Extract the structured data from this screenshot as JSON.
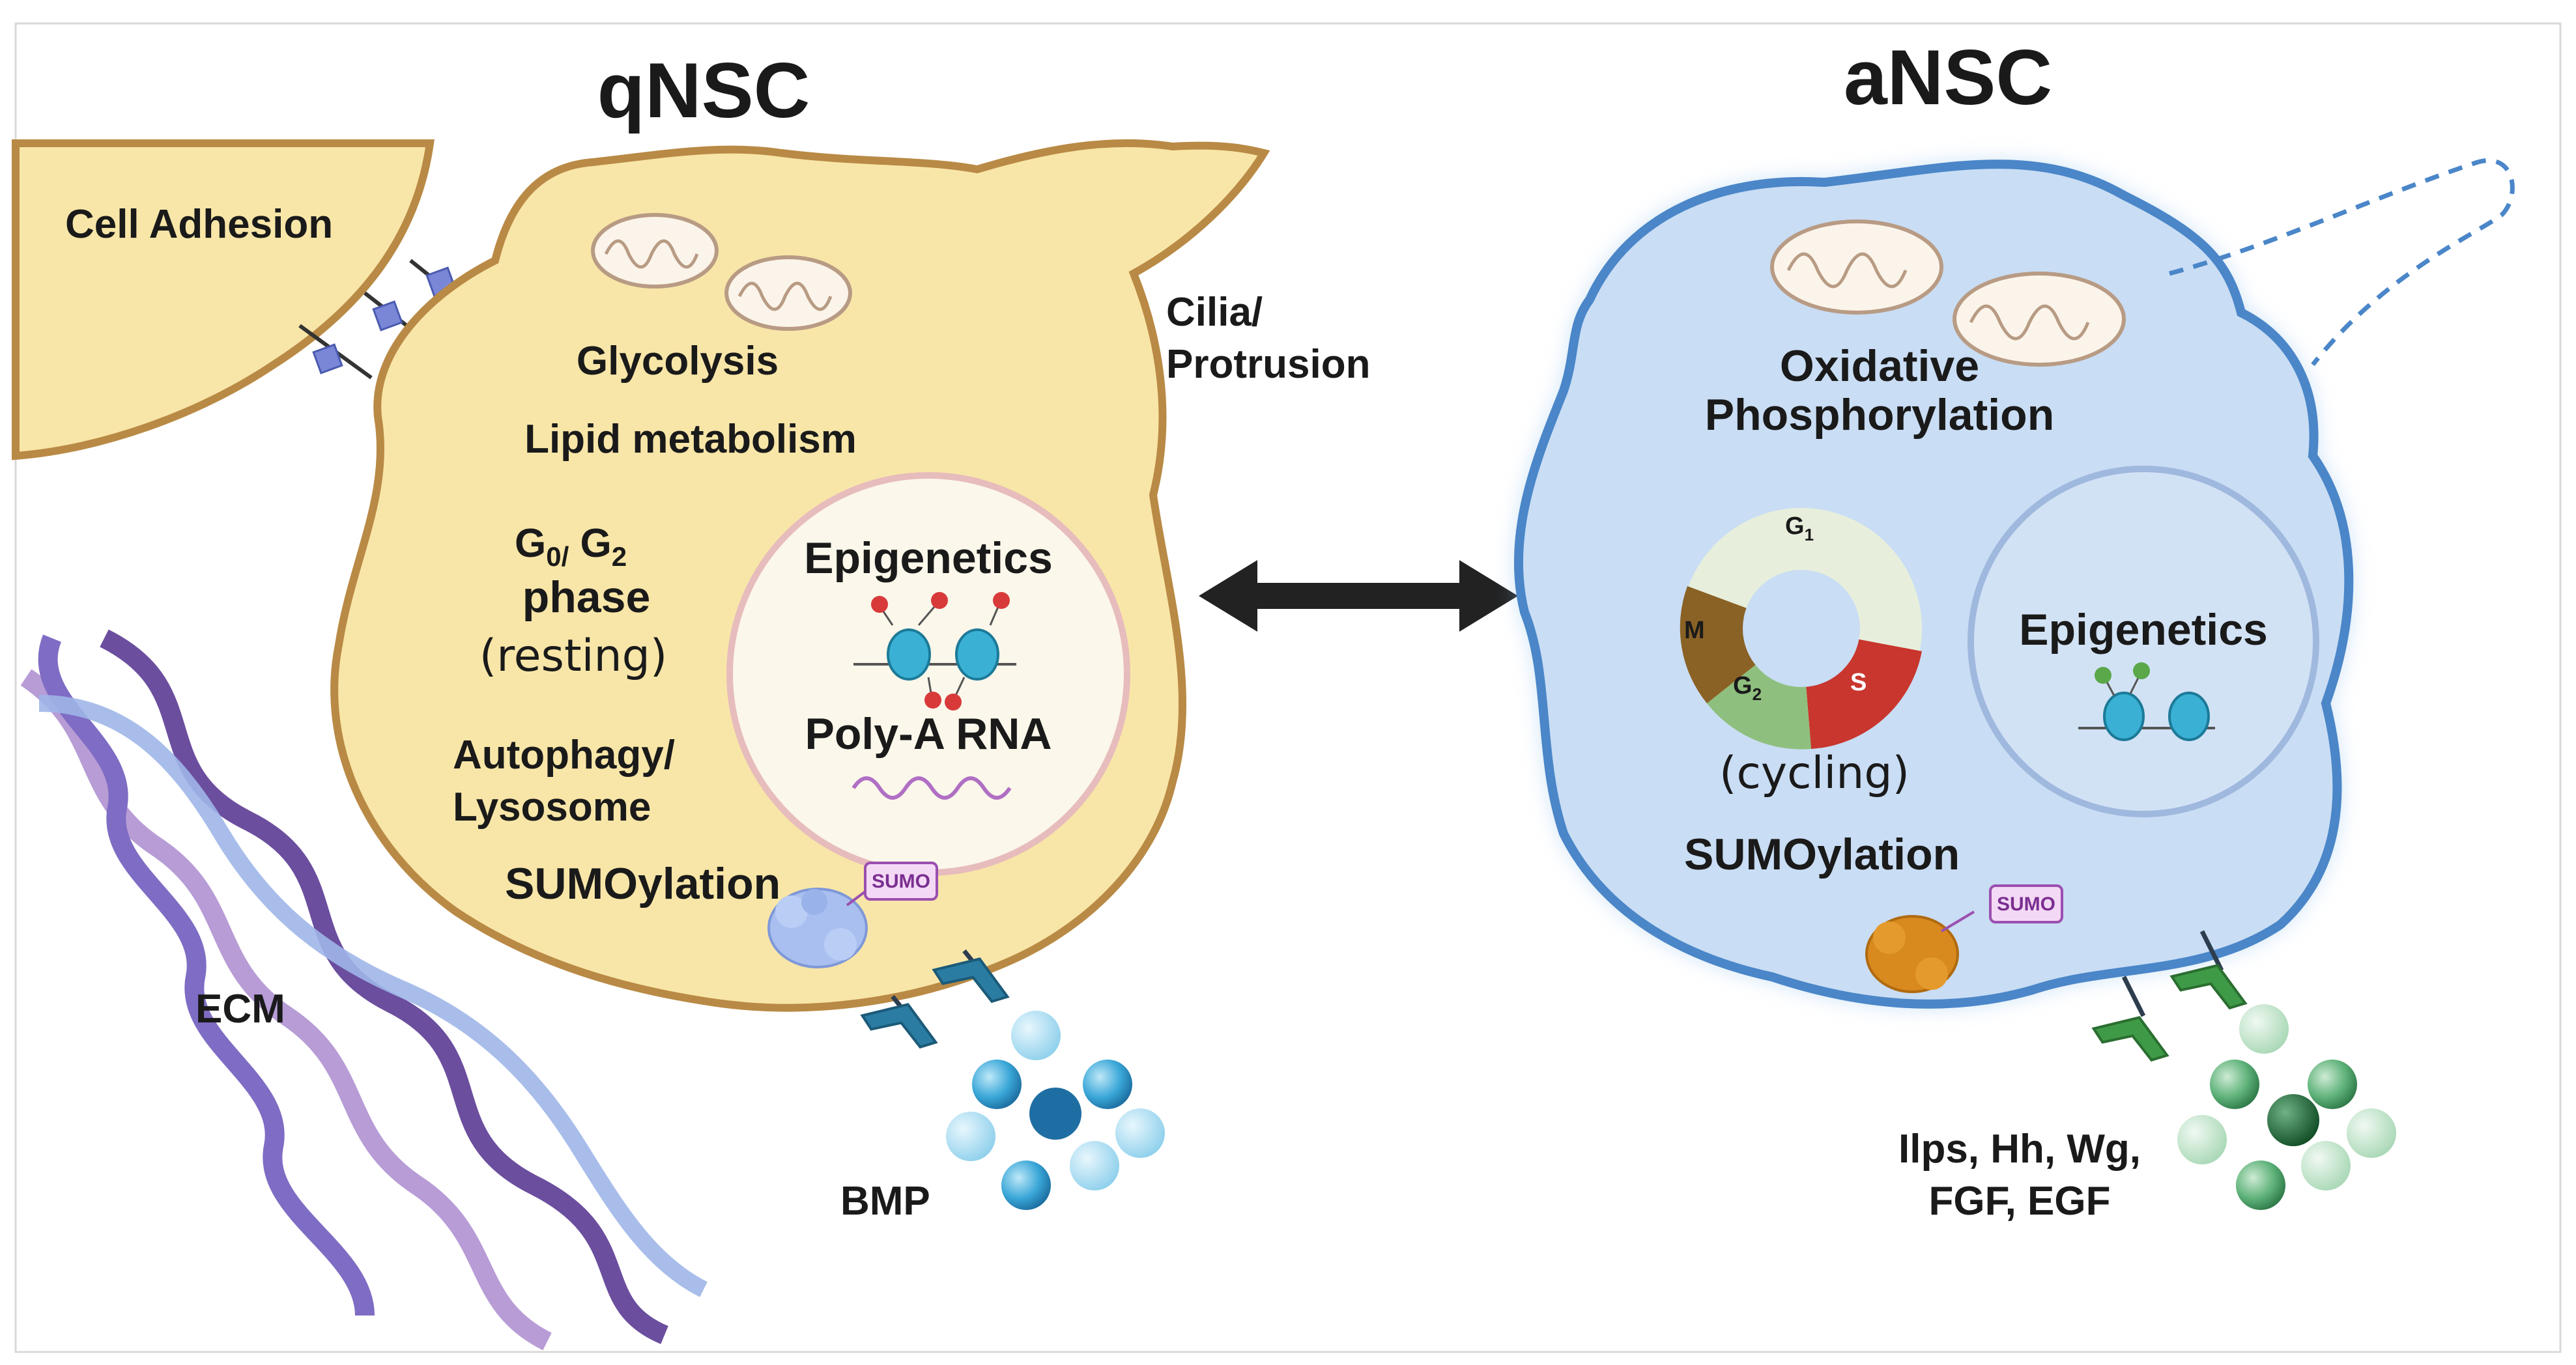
{
  "qnsc": {
    "title": "qNSC",
    "cell_adhesion": "Cell Adhesion",
    "cilia_line1": "Cilia/",
    "cilia_line2": "Protrusion",
    "glycolysis": "Glycolysis",
    "lipid": "Lipid metabolism",
    "phase_g0": "G",
    "phase_g0_sub": "0/",
    "phase_g2": " G",
    "phase_g2_sub": "2",
    "phase_word": "phase",
    "phase_state": "(resting)",
    "autophagy_line1": "Autophagy/",
    "autophagy_line2": "Lysosome",
    "sumoylation": "SUMOylation",
    "sumo_tag": "SUMO",
    "epigenetics": "Epigenetics",
    "polya": "Poly-A RNA",
    "ecm": "ECM",
    "bmp": "BMP"
  },
  "ansc": {
    "title": "aNSC",
    "oxphos_line1": "Oxidative",
    "oxphos_line2": "Phosphorylation",
    "cycle_state": "(cycling)",
    "cycle_phases": {
      "g1": "G",
      "g1_sub": "1",
      "s": "S",
      "g2": "G",
      "g2_sub": "2",
      "m": "M"
    },
    "epigenetics": "Epigenetics",
    "sumoylation": "SUMOylation",
    "sumo_tag": "SUMO",
    "ligands_line1": "Ilps, Hh, Wg,",
    "ligands_line2": "FGF, EGF"
  },
  "colors": {
    "qnsc_fill": "#f8e6a8",
    "qnsc_stroke": "#b98a45",
    "ansc_fill": "#c9ddf4",
    "ansc_stroke": "#4a86c8",
    "arrow": "#222222",
    "bmp_ball": "#3aa7d8",
    "ligand_ball": "#3f9a5a",
    "ecm_dark": "#6b4e9e",
    "ecm_light": "#b79cd6"
  }
}
